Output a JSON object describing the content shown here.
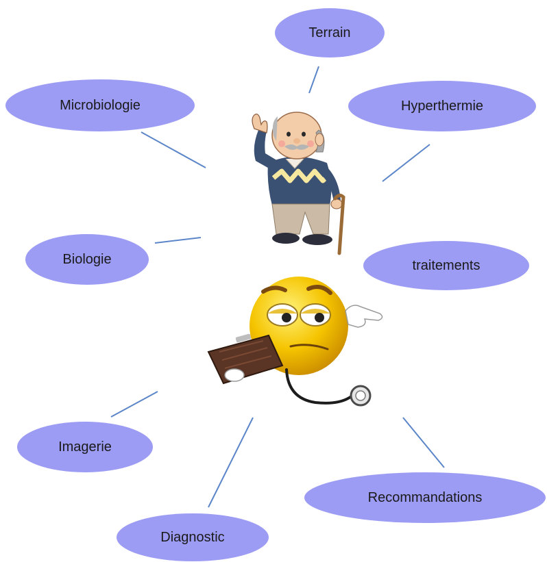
{
  "colors": {
    "bubble_fill": "#9d9cf4",
    "connector": "#5b85c9",
    "text": "#1a1a1a"
  },
  "center": {
    "top_figure_icon": "elderly-man-with-cane-icon",
    "bottom_figure_icon": "doctor-emoji-with-stethoscope-icon"
  },
  "bubbles": {
    "terrain": "Terrain",
    "microbiologie": "Microbiologie",
    "hyperthermie": "Hyperthermie",
    "biologie": "Biologie",
    "traitements": "traitements",
    "imagerie": "Imagerie",
    "recommandations": "Recommandations",
    "diagnostic": "Diagnostic"
  }
}
